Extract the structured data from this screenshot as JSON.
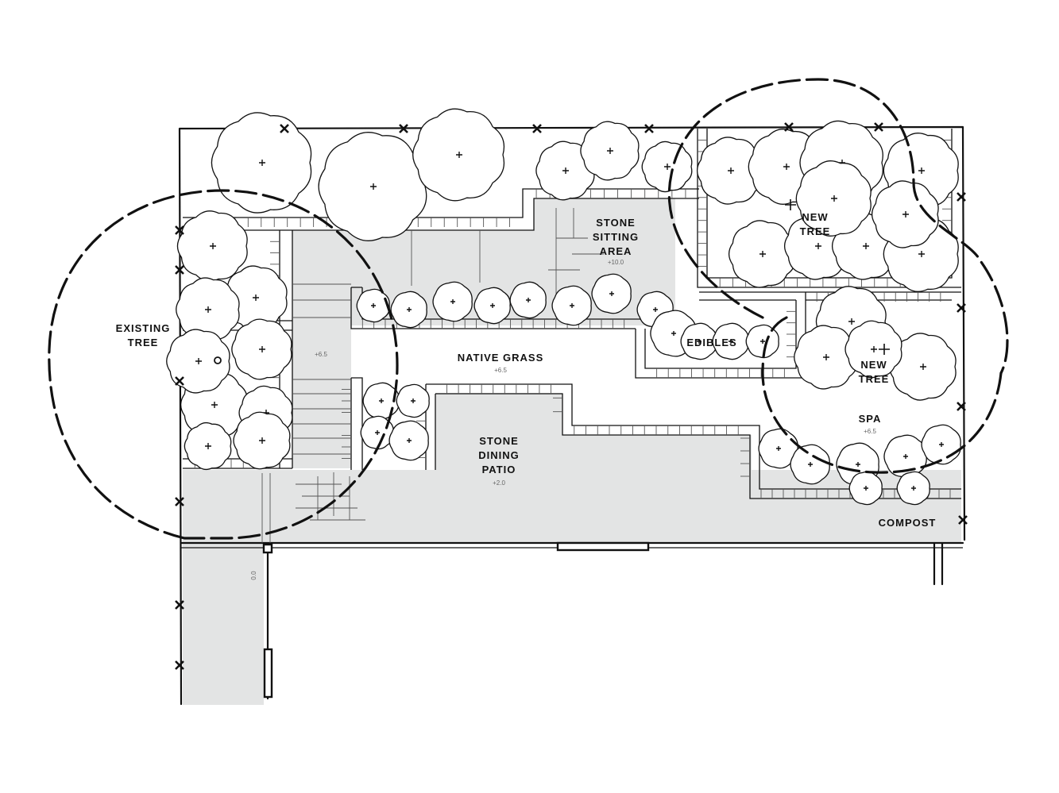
{
  "labels": {
    "existing_tree": [
      "EXISTING",
      "TREE"
    ],
    "stone_sitting_area": [
      "STONE",
      "SITTING",
      "AREA"
    ],
    "new_tree_upper": [
      "NEW",
      "TREE"
    ],
    "new_tree_lower": [
      "NEW",
      "TREE"
    ],
    "native_grass": "NATIVE GRASS",
    "edibles": "EDIBLES",
    "spa": "SPA",
    "stone_dining_patio": [
      "STONE",
      "DINING",
      "PATIO"
    ],
    "compost": "COMPOST"
  },
  "elevations": {
    "stairs": "+6.5",
    "native_grass": "+6.5",
    "stone_sitting_area": "+10.0",
    "spa": "+6.5",
    "stone_dining_patio": "+2.0",
    "side_yard": "0.0"
  },
  "colors": {
    "ink": "#111111",
    "paving": "#e3e4e4",
    "paper": "#ffffff"
  }
}
